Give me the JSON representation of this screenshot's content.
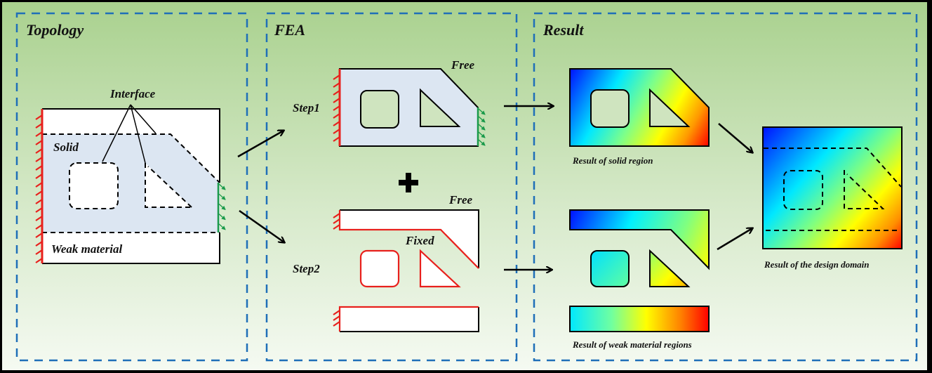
{
  "panels": {
    "topology": {
      "title": "Topology"
    },
    "fea": {
      "title": "FEA"
    },
    "result": {
      "title": "Result"
    }
  },
  "topology": {
    "interface_label": "Interface",
    "solid_label": "Solid",
    "weak_label": "Weak material"
  },
  "fea": {
    "step1_label": "Step1",
    "step2_label": "Step2",
    "free_label_step1": "Free",
    "free_label_step2": "Free",
    "fixed_label": "Fixed",
    "plus_symbol": "+"
  },
  "result": {
    "solid_caption": "Result of solid region",
    "weak_caption": "Result of weak material regions",
    "domain_caption": "Result of the design domain"
  },
  "colors": {
    "panel_border": "#1f6fb8",
    "fixed_support": "#e8201c",
    "load_arrows": "#1a9a4a",
    "solid_fill": "#dce6f2",
    "background_top": "#a9d18e",
    "background_bottom": "#f4f9f1",
    "colormap": [
      "#0000ff",
      "#00ffff",
      "#ffff00",
      "#ff0000"
    ]
  }
}
